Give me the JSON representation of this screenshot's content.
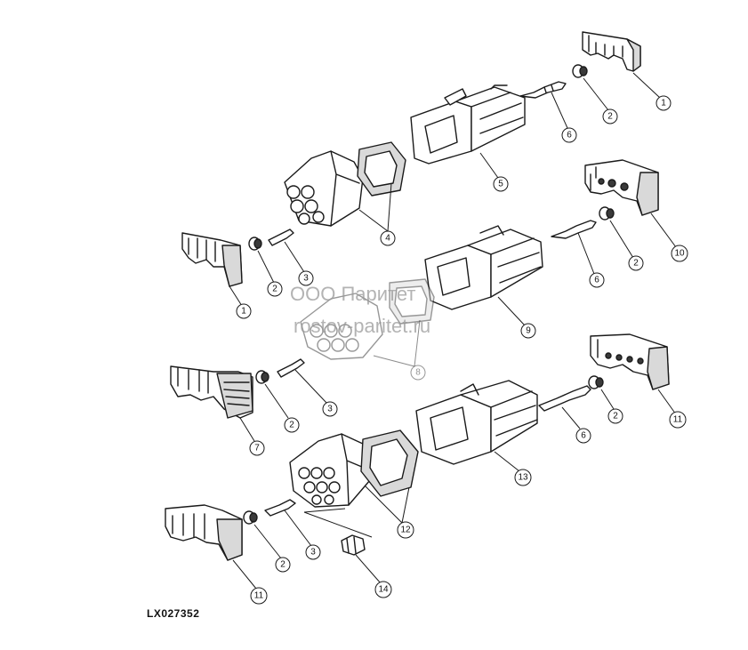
{
  "figure_id": "LX027352",
  "watermark": {
    "line1": "ООО Паритет",
    "line2": "rostov-paritet.ru"
  },
  "callouts": [
    "1",
    "2",
    "6",
    "5",
    "4",
    "3",
    "2",
    "1",
    "10",
    "2",
    "6",
    "9",
    "8",
    "3",
    "2",
    "7",
    "11",
    "2",
    "6",
    "13",
    "12",
    "3",
    "2",
    "11",
    "14"
  ]
}
